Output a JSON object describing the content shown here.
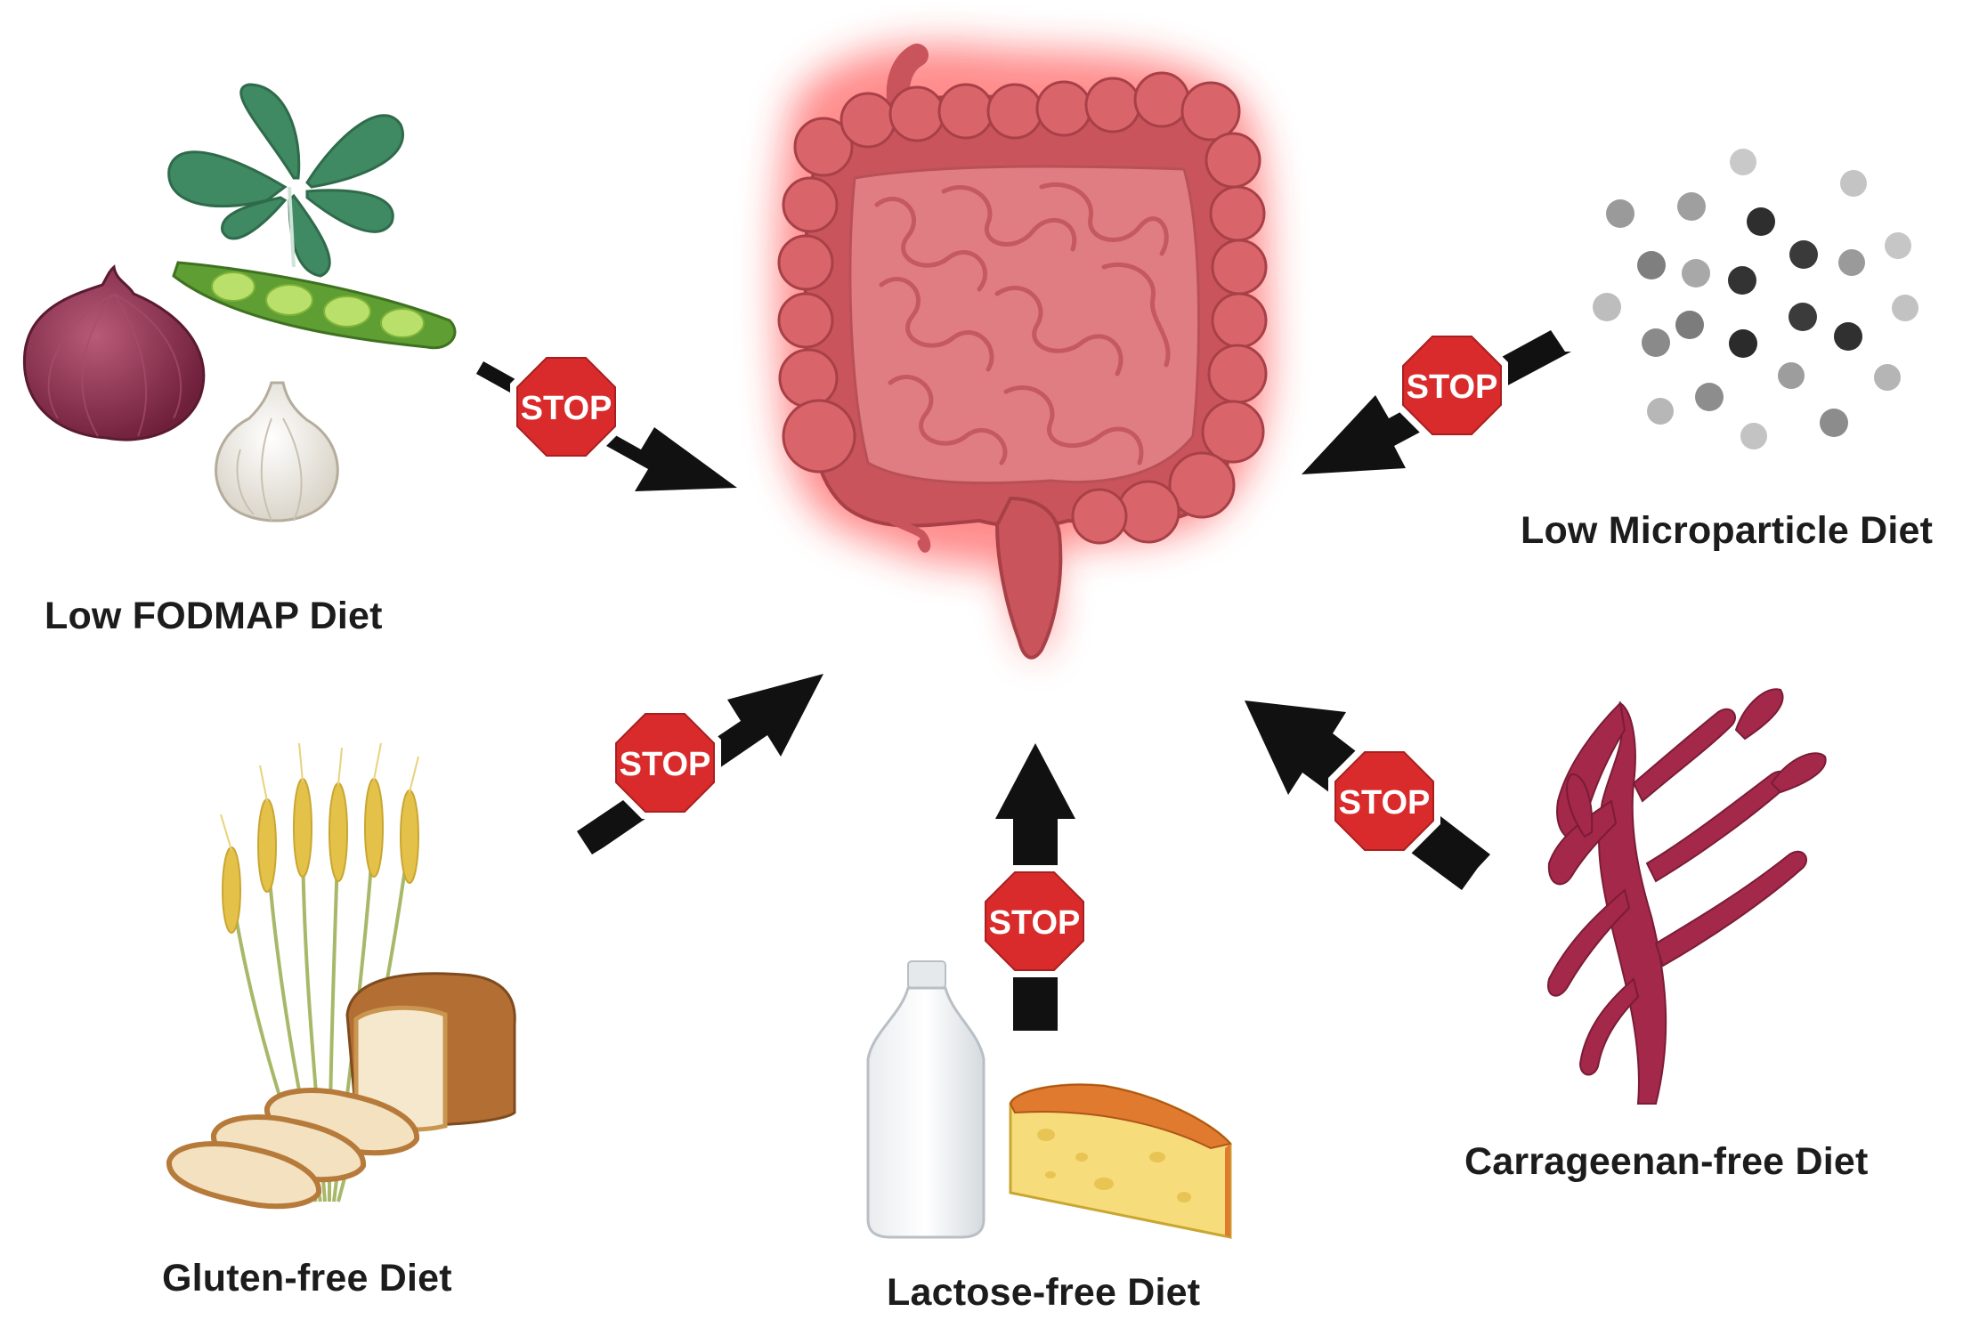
{
  "diagram": {
    "stop_sign_text": "STOP",
    "diets": [
      {
        "id": "fodmap",
        "label": "Low FODMAP Diet"
      },
      {
        "id": "microparticle",
        "label": "Low Microparticle Diet"
      },
      {
        "id": "gluten",
        "label": "Gluten-free Diet"
      },
      {
        "id": "lactose",
        "label": "Lactose-free Diet"
      },
      {
        "id": "carrageenan",
        "label": "Carrageenan-free Diet"
      }
    ],
    "colors": {
      "intestine": "#d9656a",
      "intestine_glow": "#ff3b3b",
      "arrow": "#111111",
      "stop_sign": "#d92b2b",
      "seaweed": "#a3284a",
      "onion": "#8a2f4b",
      "pea_pod": "#8cc63f",
      "leaves": "#3f8a62",
      "wheat": "#e4c24a",
      "bread": "#c98a4b",
      "cheese": "#f6dc7a"
    }
  }
}
